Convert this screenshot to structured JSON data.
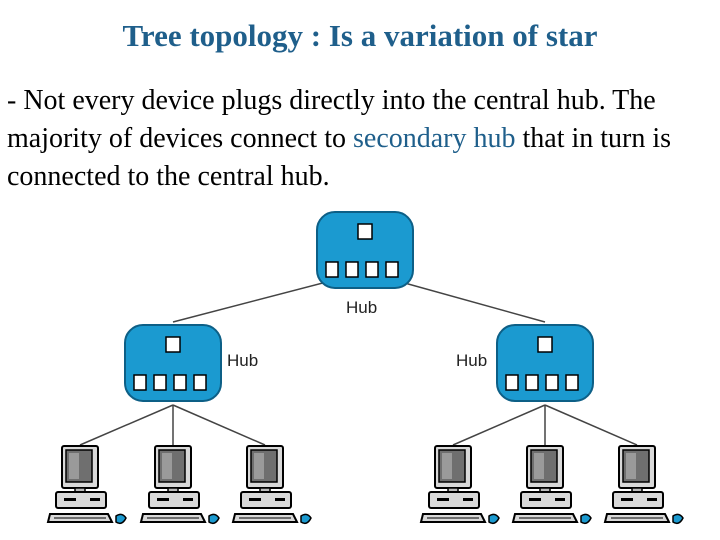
{
  "title": "Tree topology : Is a variation of star",
  "body": {
    "part1": "- Not every device plugs directly into the central hub. The majority of devices connect to ",
    "highlight": "secondary hub",
    "part2": " that in turn is connected to the central hub."
  },
  "diagram": {
    "central_hub": {
      "label": "Hub"
    },
    "secondary_hubs": [
      {
        "label": "Hub",
        "computers": 3
      },
      {
        "label": "Hub",
        "computers": 3
      }
    ]
  },
  "colors": {
    "title": "#1f5f8b",
    "highlight": "#1f5f8b",
    "hub_fill": "#1b9ad0",
    "hub_stroke": "#0d5f86"
  }
}
